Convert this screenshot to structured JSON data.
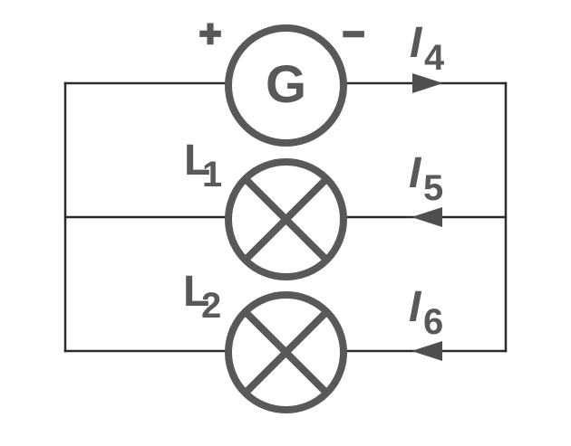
{
  "diagram": {
    "kind": "parallel-circuit",
    "colors": {
      "background": "#ffffff",
      "wire": "#2b2b2d",
      "symbol": "#59595b",
      "arrow": "#4f4f51"
    },
    "generator": {
      "label": "G",
      "positive_terminal": "+",
      "negative_terminal": "−"
    },
    "lamps": [
      {
        "label": "L",
        "subscript": "1"
      },
      {
        "label": "L",
        "subscript": "2"
      }
    ],
    "currents": [
      {
        "label": "I",
        "subscript": "4",
        "direction": "right"
      },
      {
        "label": "I",
        "subscript": "5",
        "direction": "left"
      },
      {
        "label": "I",
        "subscript": "6",
        "direction": "left"
      }
    ]
  }
}
